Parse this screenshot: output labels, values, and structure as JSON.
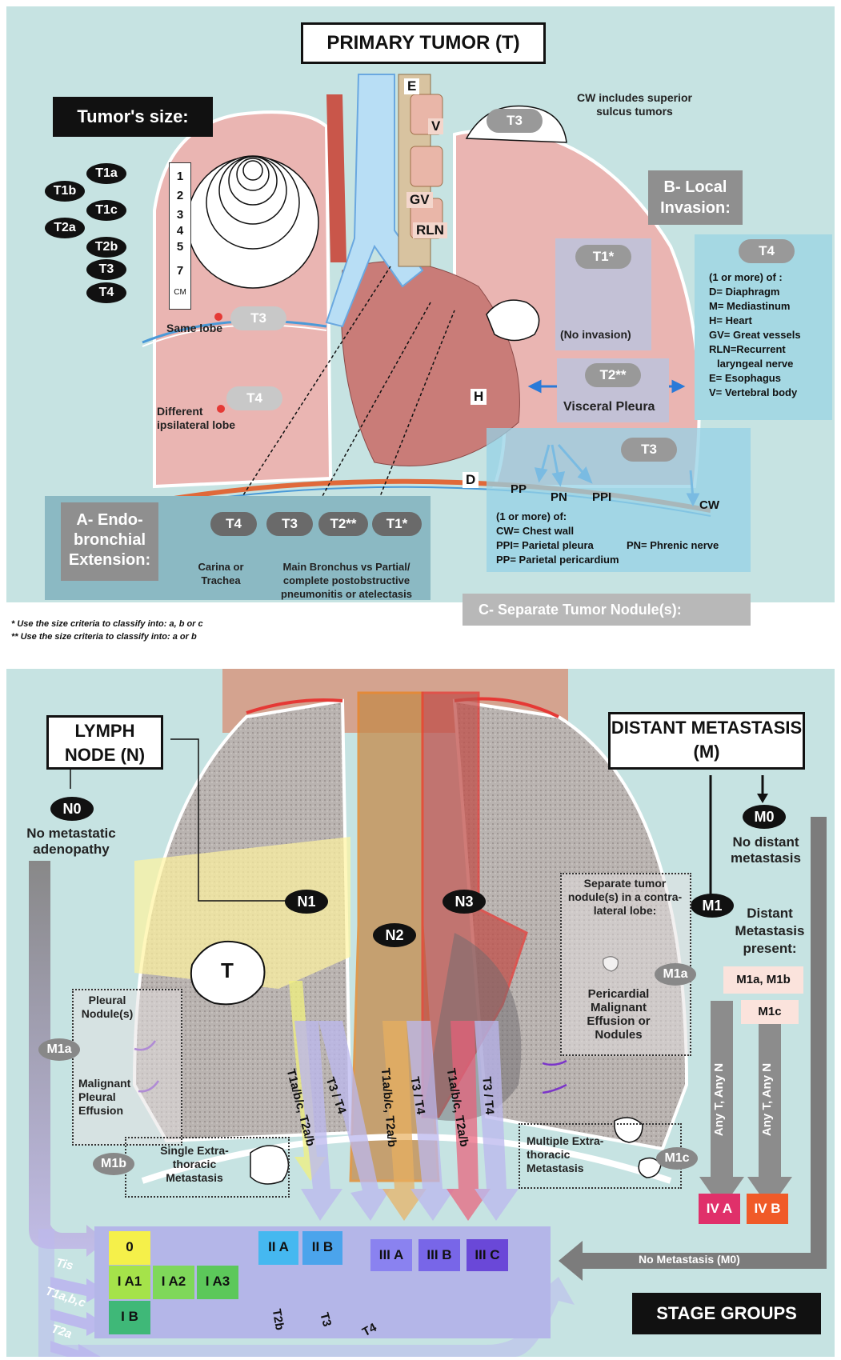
{
  "top": {
    "title": "PRIMARY TUMOR (T)",
    "size_heading": "Tumor's size:",
    "size_stages": [
      "T1a",
      "T1b",
      "T1c",
      "T2a",
      "T2b",
      "T3",
      "T4"
    ],
    "size_scale": [
      "1",
      "2",
      "3",
      "4",
      "5",
      "7"
    ],
    "size_unit": "CM",
    "anatomy": {
      "e": "E",
      "v": "V",
      "gv": "GV",
      "rln": "RLN",
      "h": "H",
      "d": "D"
    },
    "cw_note": "CW includes superior sulcus tumors",
    "t3_apex": "T3",
    "same_lobe_tag": "T3",
    "same_lobe": "Same lobe",
    "diff_lobe_tag": "T4",
    "diff_lobe": "Different ipsilateral lobe",
    "t1_star": "T1*",
    "no_invasion": "(No invasion)",
    "t2_star": "T2**",
    "visceral": "Visceral Pleura",
    "local_invasion_title": "B- Local Invasion:",
    "local_t4": "T4",
    "local_list": [
      "(1 or more) of :",
      "D= Diaphragm",
      "M= Mediastinum",
      "H= Heart",
      "GV= Great vessels",
      "RLN=Recurrent",
      "laryngeal nerve",
      "E= Esophagus",
      "V= Vertebral body"
    ],
    "pleura_t3": "T3",
    "pleura_labels": {
      "pp": "PP",
      "pn": "PN",
      "ppi": "PPI",
      "cw": "CW"
    },
    "pleura_list": [
      "(1 or more) of:",
      "CW= Chest wall",
      "PPI= Parietal pleura",
      "PP= Parietal pericardium"
    ],
    "pn_def": "PN= Phrenic nerve",
    "endo_title": "A- Endo-bronchial Extension:",
    "endo_stages": [
      "T4",
      "T3",
      "T2**",
      "T1*"
    ],
    "carina": "Carina or Trachea",
    "main_bronchus": "Main Bronchus vs Partial/ complete postobstructive pneumonitis or atelectasis",
    "separate_nodule": "C- Separate Tumor Nodule(s):",
    "footnote1": "*  Use the size criteria to classify into: a, b or c",
    "footnote2": "** Use the size criteria to classify into: a or b"
  },
  "bottom": {
    "lymph_title": "LYMPH NODE (N)",
    "distant_title": "DISTANT METASTASIS (M)",
    "n0": "N0",
    "n0_desc": "No metastatic adenopathy",
    "n1": "N1",
    "n2": "N2",
    "n3": "N3",
    "t": "T",
    "m0": "M0",
    "m0_desc": "No distant metastasis",
    "m1": "M1",
    "m1_desc": "Distant Metastasis present:",
    "m1ab": "M1a, M1b",
    "m1c_box": "M1c",
    "any_tn": "Any T, Any N",
    "contra_nodule": "Separate tumor nodule(s) in a contra-lateral lobe:",
    "pericardial": "Pericardial Malignant Effusion or Nodules",
    "m1a_right": "M1a",
    "pleural_nodules": "Pleural Nodule(s)",
    "malignant_pleural": "Malignant Pleural Effusion",
    "m1a_left": "M1a",
    "m1b": "M1b",
    "single_extra": "Single Extra-thoracic Metastasis",
    "multiple_extra": "Multiple Extra-thoracic Metastasis",
    "m1c": "M1c",
    "iva": "IV A",
    "ivb": "IV B",
    "no_met": "No Metastasis (M0)",
    "stage_groups": "STAGE GROUPS",
    "arrow_labels": {
      "n1_a": "T1a/b/c, T2a/b",
      "n1_b": "T3 / T4",
      "n2_a": "T1a/b/c, T2a/b",
      "n2_b": "T3 / T4",
      "n3_a": "T1a/b/c, T2a/b",
      "n3_b": "T3 / T4",
      "tis": "Tis",
      "t1": "T1a,b,c",
      "t2a": "T2a",
      "t2b": "T2b",
      "t3": "T3",
      "t4": "T4"
    },
    "stages": {
      "s0": "0",
      "ia1": "I A1",
      "ia2": "I A2",
      "ia3": "I A3",
      "ib": "I B",
      "iia": "II A",
      "iib": "II B",
      "iiia": "III A",
      "iiib": "III B",
      "iiic": "III C"
    },
    "colors": {
      "s0": "#f5f04a",
      "ia1": "#a5e34a",
      "ia2": "#7fd85a",
      "ia3": "#5cc85a",
      "ib": "#3fb878",
      "iia": "#45b8f0",
      "iib": "#4ba4ec",
      "iiia": "#8a82f0",
      "iiib": "#7866e8",
      "iiic": "#6a48d8",
      "iva": "#e0306a",
      "ivb": "#f05a28"
    }
  }
}
